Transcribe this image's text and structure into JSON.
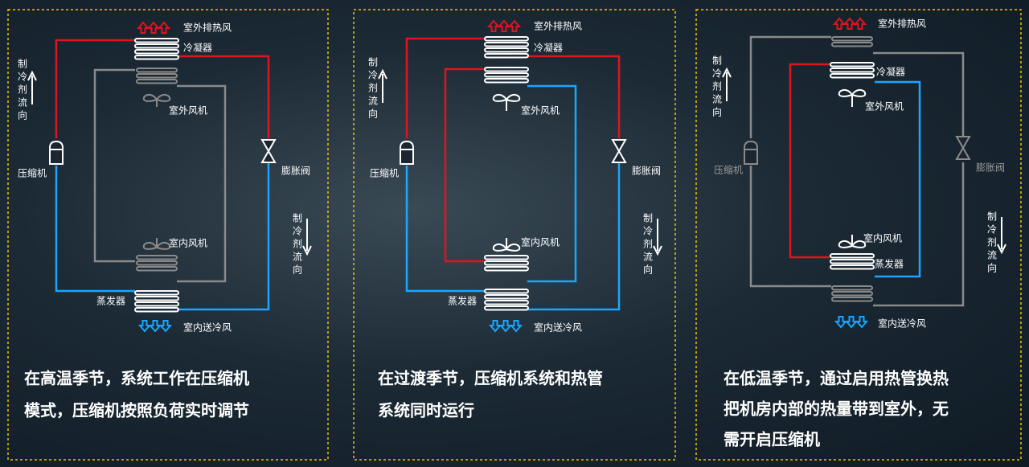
{
  "theme": {
    "border": "#f2c200",
    "red": "#e0141e",
    "blue": "#1aa6ff",
    "gray": "#8a8a8a",
    "white": "#ffffff",
    "dim_text": "#9a9a9a"
  },
  "labels": {
    "exhaust": "室外排热风",
    "condenser": "冷凝器",
    "outdoor_fan": "室外风机",
    "indoor_fan": "室内风机",
    "evaporator": "蒸发器",
    "supply": "室内送冷风",
    "compressor": "压缩机",
    "expansion_valve": "膨胀阀",
    "flow_chars": [
      "制",
      "冷",
      "剂",
      "流",
      "向"
    ]
  },
  "panels": [
    {
      "mode": "compressor-mode",
      "caption_lines": [
        "在高温季节，系统工作在压缩机",
        "模式，压缩机按照负荷实时调节"
      ]
    },
    {
      "mode": "transition-mode",
      "caption_lines": [
        "在过渡季节，压缩机系统和热管",
        "系统同时运行"
      ]
    },
    {
      "mode": "heatpipe-mode",
      "caption_lines": [
        "在低温季节，通过启用热管换热",
        "把机房内部的热量带到室外，无",
        "需开启压缩机"
      ]
    }
  ]
}
